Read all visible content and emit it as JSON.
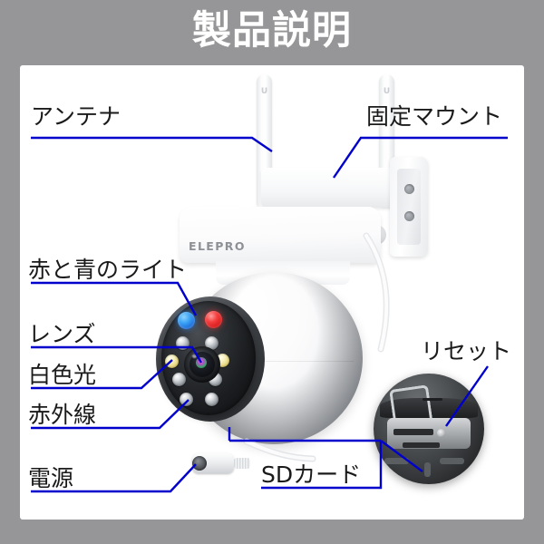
{
  "page": {
    "title": "製品説明",
    "background_color": "#969698",
    "card_color": "#ffffff",
    "leader_line_color": "#0000cc",
    "label_text_color": "#1a1a1a",
    "title_text_color": "#ffffff"
  },
  "product": {
    "brand": "ELEPRO",
    "antenna_mark": "U"
  },
  "labels": [
    {
      "id": "antenna",
      "text": "アンテナ"
    },
    {
      "id": "fixed-mount",
      "text": "固定マウント"
    },
    {
      "id": "red-blue-light",
      "text": "赤と青のライト"
    },
    {
      "id": "lens",
      "text": "レンズ"
    },
    {
      "id": "white-light",
      "text": "白色光"
    },
    {
      "id": "infrared",
      "text": "赤外線"
    },
    {
      "id": "reset",
      "text": "リセット"
    },
    {
      "id": "power",
      "text": "電源"
    },
    {
      "id": "sd-card",
      "text": "SDカード"
    }
  ]
}
